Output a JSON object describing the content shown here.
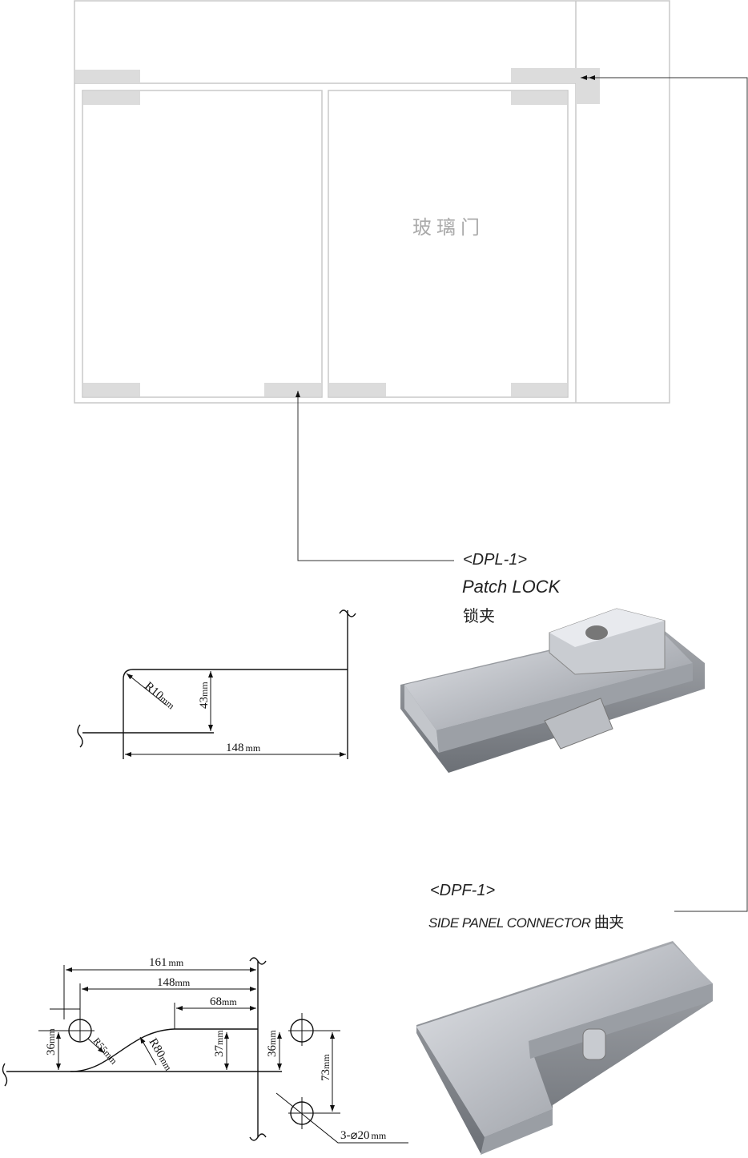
{
  "door_plan": {
    "glass_door_label": "玻璃门"
  },
  "patch_lock": {
    "code": "<DPL-1>",
    "name": "Patch LOCK",
    "name_cn": "锁夹",
    "dimensions": {
      "radius": "R10",
      "height": "43",
      "length": "148",
      "unit": "mm"
    }
  },
  "side_panel_connector": {
    "code": "<DPF-1>",
    "name": "SIDE PANEL CONNECTOR",
    "name_cn": "曲夹",
    "dimensions": {
      "d161": "161",
      "d148": "148",
      "d68": "68",
      "d36a": "36",
      "d37": "37",
      "d36b": "36",
      "d73": "73",
      "r55": "R55",
      "r80": "R80",
      "holes": "3-⌀20",
      "unit": "mm"
    }
  },
  "colors": {
    "line": "#c8c8c8",
    "block": "#dcdcdc",
    "ink": "#111111"
  }
}
